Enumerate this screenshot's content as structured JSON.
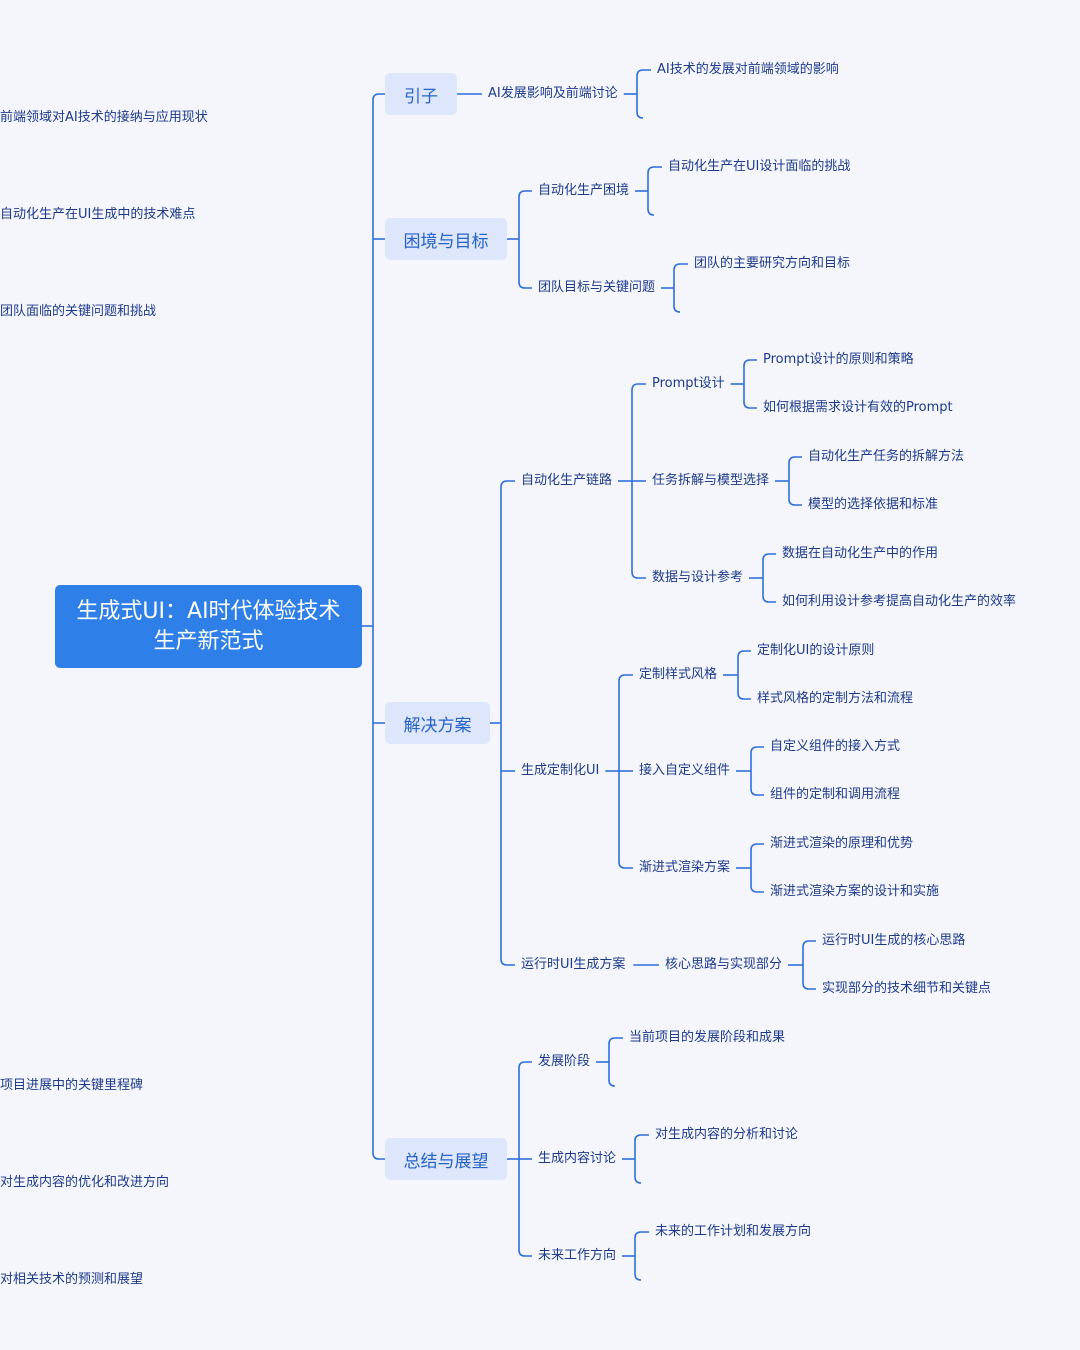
{
  "root": "生成式UI：AI时代体验技术生产新范式",
  "colors": {
    "background": "#f4f6fc",
    "root_fill": "#2e7fe8",
    "topic_fill": "#dde6fa",
    "line": "#2f6fdc",
    "text": "#1d3a8a"
  },
  "branches": [
    {
      "label": "引子",
      "children": [
        {
          "label": "AI发展影响及前端讨论",
          "children": [
            {
              "label": "AI技术的发展对前端领域的影响"
            },
            {
              "label": "前端领域对AI技术的接纳与应用现状"
            }
          ]
        }
      ]
    },
    {
      "label": "困境与目标",
      "children": [
        {
          "label": "自动化生产困境",
          "children": [
            {
              "label": "自动化生产在UI设计面临的挑战"
            },
            {
              "label": "自动化生产在UI生成中的技术难点"
            }
          ]
        },
        {
          "label": "团队目标与关键问题",
          "children": [
            {
              "label": "团队的主要研究方向和目标"
            },
            {
              "label": "团队面临的关键问题和挑战"
            }
          ]
        }
      ]
    },
    {
      "label": "解决方案",
      "children": [
        {
          "label": "自动化生产链路",
          "children": [
            {
              "label": "Prompt设计",
              "children": [
                {
                  "label": "Prompt设计的原则和策略"
                },
                {
                  "label": "如何根据需求设计有效的Prompt"
                }
              ]
            },
            {
              "label": "任务拆解与模型选择",
              "children": [
                {
                  "label": "自动化生产任务的拆解方法"
                },
                {
                  "label": "模型的选择依据和标准"
                }
              ]
            },
            {
              "label": "数据与设计参考",
              "children": [
                {
                  "label": "数据在自动化生产中的作用"
                },
                {
                  "label": "如何利用设计参考提高自动化生产的效率"
                }
              ]
            }
          ]
        },
        {
          "label": "生成定制化UI",
          "children": [
            {
              "label": "定制样式风格",
              "children": [
                {
                  "label": "定制化UI的设计原则"
                },
                {
                  "label": "样式风格的定制方法和流程"
                }
              ]
            },
            {
              "label": "接入自定义组件",
              "children": [
                {
                  "label": "自定义组件的接入方式"
                },
                {
                  "label": "组件的定制和调用流程"
                }
              ]
            },
            {
              "label": "渐进式渲染方案",
              "children": [
                {
                  "label": "渐进式渲染的原理和优势"
                },
                {
                  "label": "渐进式渲染方案的设计和实施"
                }
              ]
            }
          ]
        },
        {
          "label": "运行时UI生成方案",
          "children": [
            {
              "label": "核心思路与实现部分",
              "children": [
                {
                  "label": "运行时UI生成的核心思路"
                },
                {
                  "label": "实现部分的技术细节和关键点"
                }
              ]
            }
          ]
        }
      ]
    },
    {
      "label": "总结与展望",
      "children": [
        {
          "label": "发展阶段",
          "children": [
            {
              "label": "当前项目的发展阶段和成果"
            },
            {
              "label": "项目进展中的关键里程碑"
            }
          ]
        },
        {
          "label": "生成内容讨论",
          "children": [
            {
              "label": "对生成内容的分析和讨论"
            },
            {
              "label": "对生成内容的优化和改进方向"
            }
          ]
        },
        {
          "label": "未来工作方向",
          "children": [
            {
              "label": "未来的工作计划和发展方向"
            },
            {
              "label": "对相关技术的预测和展望"
            }
          ]
        }
      ]
    }
  ]
}
